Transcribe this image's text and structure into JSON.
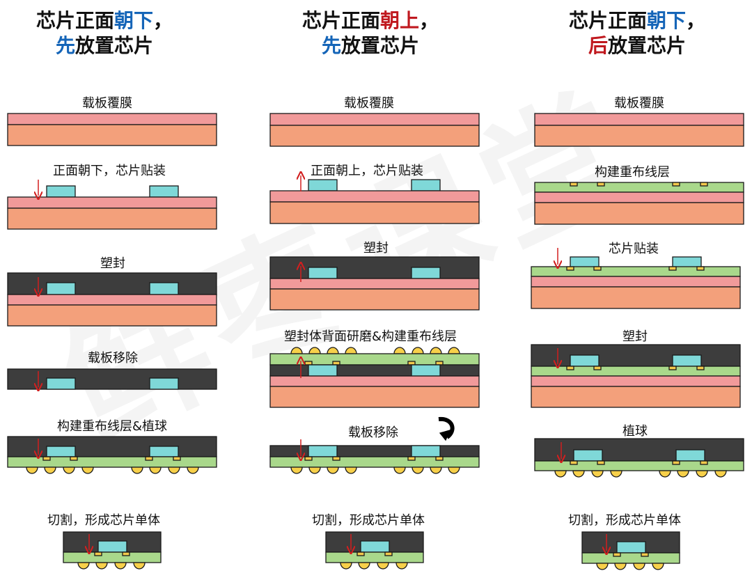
{
  "titles": {
    "col1": {
      "line1a": "芯片正面",
      "line1b": "朝下",
      "line1c": "，",
      "line2a": "先",
      "line2b": "放置芯片"
    },
    "col2": {
      "line1a": "芯片正面",
      "line1b": "朝上",
      "line1c": "，",
      "line2a": "先",
      "line2b": "放置芯片"
    },
    "col3": {
      "line1a": "芯片正面",
      "line1b": "朝下",
      "line1c": "，",
      "line2a": "后",
      "line2b": "放置芯片"
    }
  },
  "col1": {
    "s1": "载板覆膜",
    "s2": "正面朝下，芯片贴装",
    "s3": "塑封",
    "s4": "载板移除",
    "s5": "构建重布线层&植球",
    "s6": "切割，形成芯片单体"
  },
  "col2": {
    "s1": "载板覆膜",
    "s2": "正面朝上，芯片贴装",
    "s3": "塑封",
    "s4": "塑封体背面研磨&构建重布线层",
    "s5": "载板移除",
    "s6": "切割，形成芯片单体"
  },
  "col3": {
    "s1": "载板覆膜",
    "s2": "构建重布线层",
    "s3": "芯片贴装",
    "s4": "塑封",
    "s5": "植球",
    "s6": "切割，形成芯片单体"
  },
  "colors": {
    "carrier": "#f3a07b",
    "film": "#f19a9a",
    "mold": "#3d3d3d",
    "chip": "#7fd8d8",
    "rdl": "#a9d88b",
    "pad": "#f2c94c",
    "ball": "#f7d04a",
    "arrow": "#d21f1f",
    "title_blue": "#1565b8",
    "title_red": "#c0191f"
  },
  "watermark": "鲜枣课堂"
}
